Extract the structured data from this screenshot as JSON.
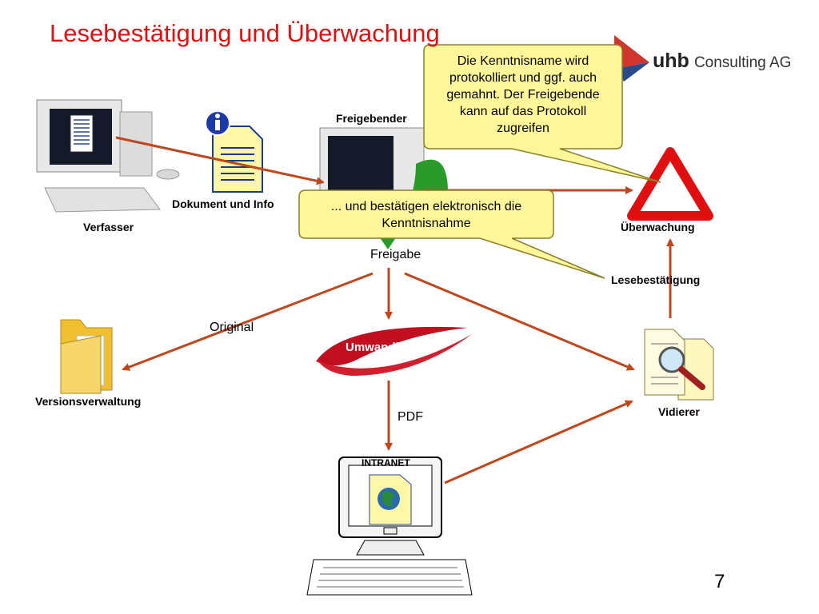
{
  "title": "Lesebestätigung und Überwachung",
  "logo": {
    "brand_bold": "uhb",
    "brand_rest": "Consulting AG"
  },
  "labels": {
    "verfasser": "Verfasser",
    "dokument_info": "Dokument und Info",
    "freigebender": "Freigebender",
    "ueberwachung": "Überwachung",
    "freigabe": "Freigabe",
    "lesebestaetigung": "Lesebestätigung",
    "original": "Original",
    "versionsverwaltung": "Versionsverwaltung",
    "umwandlung": "Umwandlung",
    "vidierer": "Vidierer",
    "pdf": "PDF",
    "intranet": "INTRANET"
  },
  "callouts": {
    "top": "Die Kenntnisname wird protokolliert und ggf. auch gemahnt. Der Freigebende kann auf das Protokoll zugreifen",
    "middle": "... und bestätigen elektronisch die Kenntnisnahme"
  },
  "page_number": "7",
  "colors": {
    "accent_red": "#e01010",
    "arrow": "#c0461b",
    "callout_fill": "#fff79a",
    "callout_border": "#8a7f2a"
  }
}
